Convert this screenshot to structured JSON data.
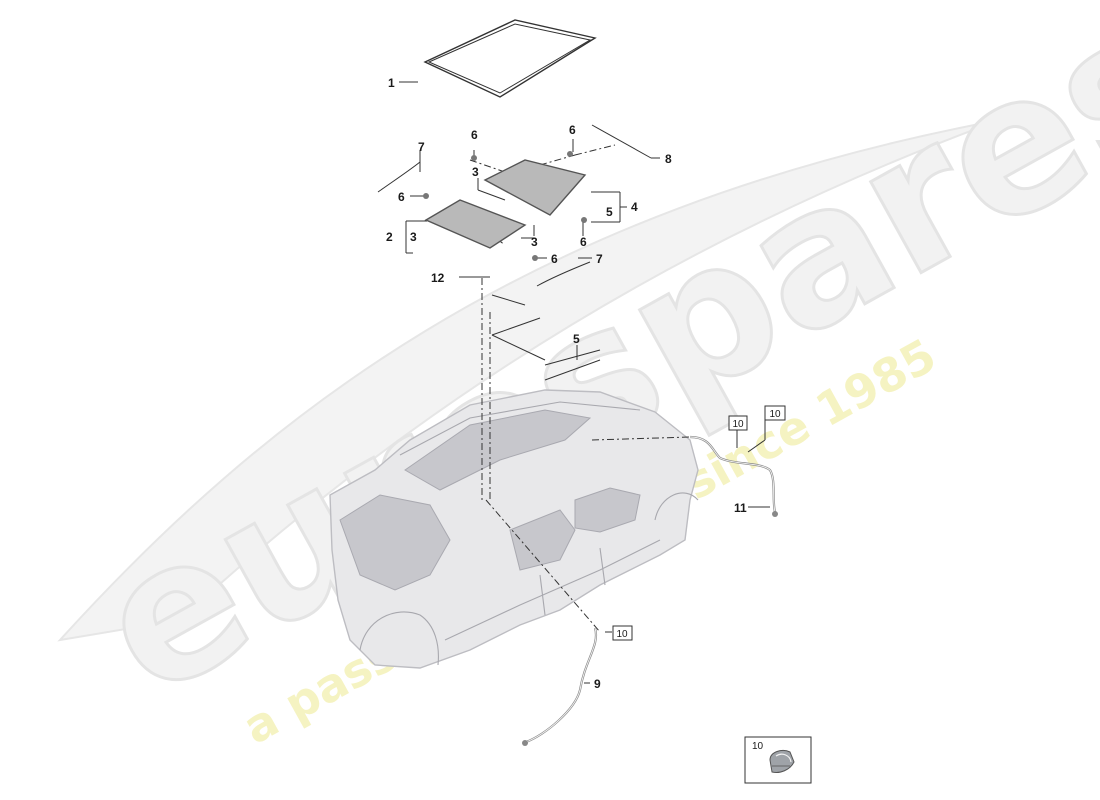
{
  "watermark": {
    "brand": "eurospares",
    "tagline": "a passion for parts since 1985"
  },
  "callouts": {
    "c1": "1",
    "c2": "2",
    "c3a": "3",
    "c3b": "3",
    "c3c": "3",
    "c4": "4",
    "c5a": "5",
    "c5b": "5",
    "c6a": "6",
    "c6b": "6",
    "c6c": "6",
    "c6d": "6",
    "c6e": "6",
    "c7a": "7",
    "c7b": "7",
    "c8": "8",
    "c9": "9",
    "c11": "11",
    "c12": "12"
  },
  "boxed_refs": {
    "r10a": "10",
    "r10b": "10",
    "r10c": "10",
    "r10d": "10"
  },
  "icons": [
    "clip-icon"
  ],
  "colors": {
    "background": "#ffffff",
    "line": "#333333",
    "part_fill": "#b9b9b9",
    "car_fill": "#e8e8ea",
    "watermark_grey": "#eeeeee",
    "watermark_yellow": "#f4f1b8"
  }
}
